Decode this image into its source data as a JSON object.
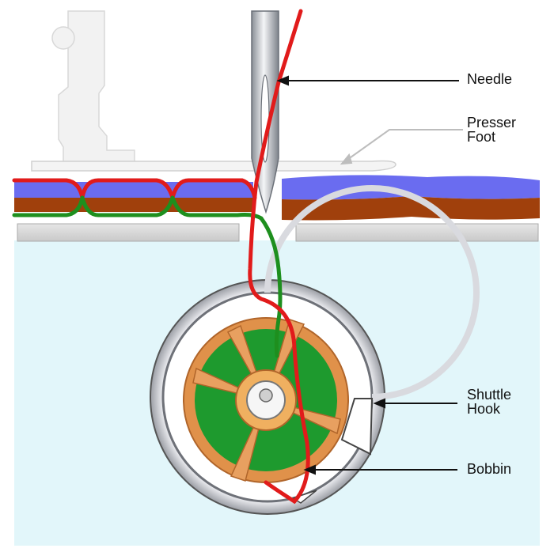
{
  "labels": {
    "needle": "Needle",
    "presser_foot_line1": "Presser",
    "presser_foot_line2": "Foot",
    "shuttle_hook_line1": "Shuttle",
    "shuttle_hook_line2": "Hook",
    "bobbin": "Bobbin"
  },
  "colors": {
    "background_bath": "#e2f6fa",
    "machine_body": "#f1f1f1",
    "fabric_top": "#6a6cf0",
    "fabric_bottom": "#a0400c",
    "upper_thread": "#e11b1b",
    "lower_thread": "#1e8f1e",
    "bobbin_body": "#1e9a2e",
    "bobbin_spokes": "#e0914a",
    "hook_metal": "#b9bcc2"
  }
}
